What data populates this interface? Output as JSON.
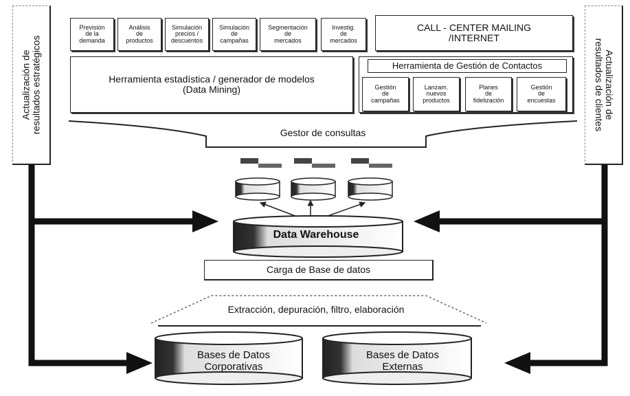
{
  "top_boxes": [
    "Previsión\nde la\ndemanda",
    "Análisis\nde\nproductos",
    "Simulación\nprecios /\ndescuentos",
    "Simulación\nde\ncampañas",
    "Segmentación\nde\nmercados",
    "Investig.\nde\nmercados"
  ],
  "call_center": "CALL - CENTER MAILING\n/INTERNET",
  "stat_tool": "Herramienta estadística / generador de modelos\n(Data Mining)",
  "contact_tool": {
    "title": "Herramienta de Gestión de Contactos",
    "items": [
      "Gestión\nde\ncampañas",
      "Lanzam.\nnuevos\nproductos",
      "Planes\nde\nfidelización",
      "Gestión\nde\nencuestas"
    ]
  },
  "query_manager": "Gestor de consultas",
  "left_side": "Actualización de\nresultados estratégicos",
  "right_side": "Actualización de\nresultados de clientes",
  "data_warehouse": "Data Warehouse",
  "db_load": "Carga de Base de datos",
  "extraction": "Extracción, depuración, filtro, elaboración",
  "db_corporate": "Bases de Datos\nCorporativas",
  "db_external": "Bases de Datos\nExternas"
}
